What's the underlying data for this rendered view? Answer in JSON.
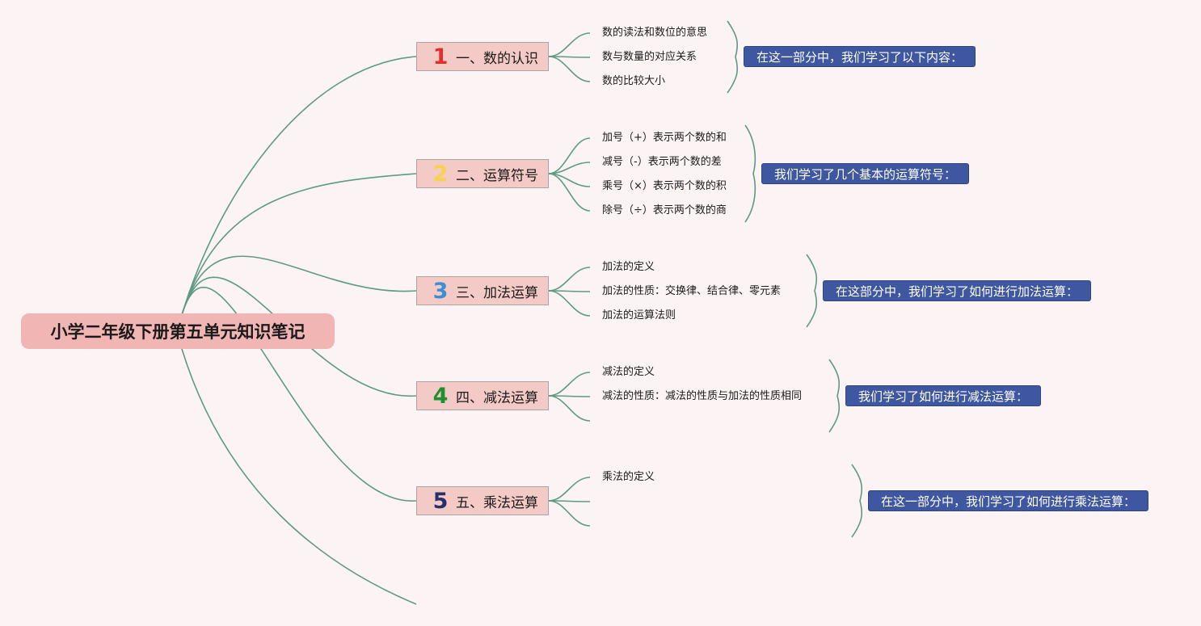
{
  "colors": {
    "background": "#fbf3f4",
    "connector": "#5e9a85",
    "root_fill": "#f1b5b3",
    "branch_fill": "#f4cac6",
    "summary_fill": "#3f57a0"
  },
  "root": {
    "title": "小学二年级下册第五单元知识笔记"
  },
  "branches": [
    {
      "number": "1",
      "number_color": "#e0312f",
      "label": "一、数的认识",
      "leaves": [
        "数的读法和数位的意思",
        "数与数量的对应关系",
        "数的比较大小"
      ],
      "summary": "在这一部分中，我们学习了以下内容："
    },
    {
      "number": "2",
      "number_color": "#f5d34a",
      "label": "二、运算符号",
      "leaves": [
        "加号（+）表示两个数的和",
        "减号（-）表示两个数的差",
        "乘号（×）表示两个数的积",
        "除号（÷）表示两个数的商"
      ],
      "summary": "我们学习了几个基本的运算符号："
    },
    {
      "number": "3",
      "number_color": "#3a8fd6",
      "label": "三、加法运算",
      "leaves": [
        "加法的定义",
        "加法的性质：交换律、结合律、零元素",
        "加法的运算法则"
      ],
      "summary": "在这部分中，我们学习了如何进行加法运算："
    },
    {
      "number": "4",
      "number_color": "#1f8f2f",
      "label": "四、减法运算",
      "leaves": [
        "减法的定义",
        "减法的性质：减法的性质与加法的性质相同",
        ""
      ],
      "summary": "我们学习了如何进行减法运算："
    },
    {
      "number": "5",
      "number_color": "#26306b",
      "label": "五、乘法运算",
      "leaves": [
        "乘法的定义",
        "",
        ""
      ],
      "summary": "在这一部分中，我们学习了如何进行乘法运算："
    }
  ]
}
